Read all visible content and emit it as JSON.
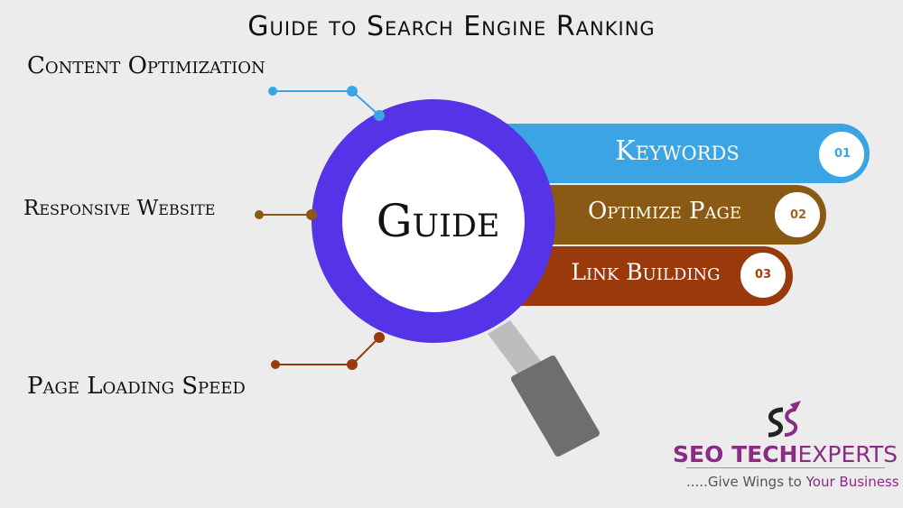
{
  "title": "Guide to Search Engine Ranking",
  "center_word": "Guide",
  "left_labels": {
    "content": "Content Optimization",
    "responsive": "Responsive Website",
    "speed": "Page Loading Speed"
  },
  "bars": [
    {
      "label": "Keywords",
      "number": "01",
      "color": "#3aa4e4"
    },
    {
      "label": "Optimize Page",
      "number": "02",
      "color": "#8a5a14"
    },
    {
      "label": "Link Building",
      "number": "03",
      "color": "#9a3a0c"
    }
  ],
  "colors": {
    "lens_ring": "#5533e6",
    "handle": "#7a7a7a",
    "connector_blue": "#3aa4e4",
    "connector_brown": "#8a5a14",
    "connector_rust": "#9a3a0c"
  },
  "logo": {
    "seo": "SEO",
    "tech": "TECH",
    "experts": "EXPERTS",
    "tagline_a": ".....Give Wings to ",
    "tagline_b": "Your Business"
  }
}
